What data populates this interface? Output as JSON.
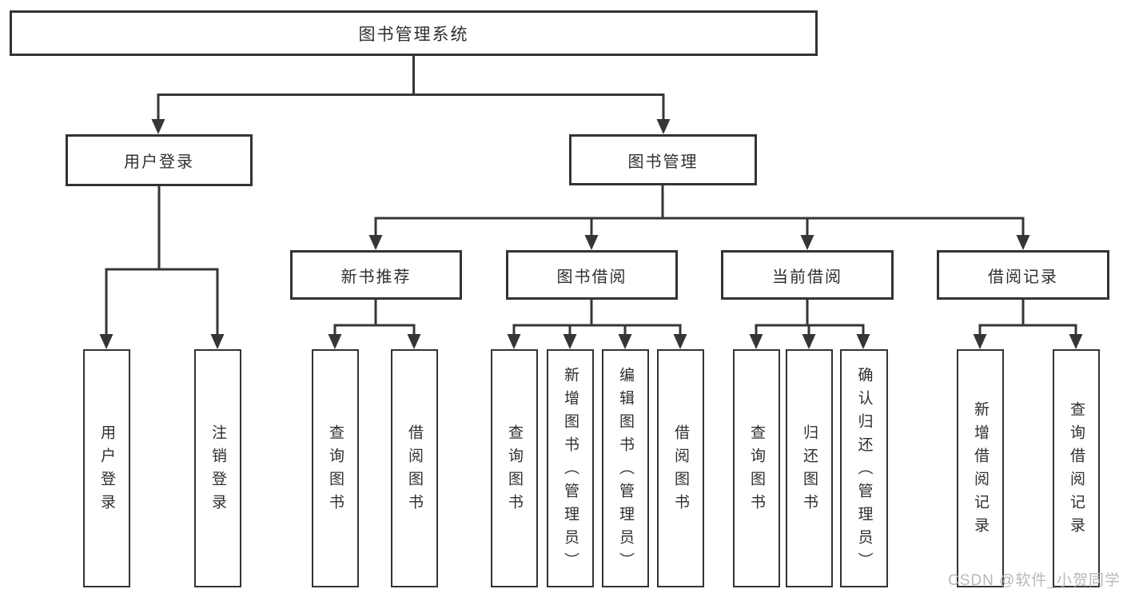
{
  "diagram": {
    "type": "hierarchy-tree",
    "title": "图书管理系统",
    "watermark": "CSDN @软件_小贺同学",
    "colors": {
      "line": "#363636",
      "border": "#333333",
      "text": "#2f2f2f",
      "watermark": "#b8b8b8",
      "background": "#ffffff"
    }
  },
  "nodes": {
    "root": {
      "label": "图书管理系统"
    },
    "level1": [
      {
        "label": "用户登录"
      },
      {
        "label": "图书管理"
      }
    ],
    "level2": [
      {
        "label": "新书推荐",
        "parent": "图书管理"
      },
      {
        "label": "图书借阅",
        "parent": "图书管理"
      },
      {
        "label": "当前借阅",
        "parent": "图书管理"
      },
      {
        "label": "借阅记录",
        "parent": "图书管理"
      }
    ],
    "leaves": [
      {
        "label": "用户登录",
        "parent": "用户登录"
      },
      {
        "label": "注销登录",
        "parent": "用户登录"
      },
      {
        "label": "查询图书",
        "parent": "新书推荐"
      },
      {
        "label": "借阅图书",
        "parent": "新书推荐"
      },
      {
        "label": "查询图书",
        "parent": "图书借阅"
      },
      {
        "label": "新增图书（管理员）",
        "parent": "图书借阅"
      },
      {
        "label": "编辑图书（管理员）",
        "parent": "图书借阅"
      },
      {
        "label": "借阅图书",
        "parent": "图书借阅"
      },
      {
        "label": "查询图书",
        "parent": "当前借阅"
      },
      {
        "label": "归还图书",
        "parent": "当前借阅"
      },
      {
        "label": "确认归还（管理员）",
        "parent": "当前借阅"
      },
      {
        "label": "新增借阅记录",
        "parent": "借阅记录"
      },
      {
        "label": "查询借阅记录",
        "parent": "借阅记录"
      }
    ]
  }
}
